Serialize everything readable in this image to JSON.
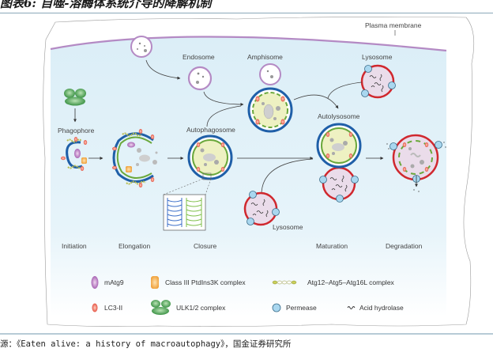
{
  "header": {
    "title": "图表6: 自噬-溶酶体系统介导的降解机制"
  },
  "diagram": {
    "membrane_label": "Plasma membrane",
    "organelles": {
      "endosome": "Endosome",
      "amphisome": "Amphisome",
      "lysosome_top": "Lysosome",
      "phagophore": "Phagophore",
      "autophagosome": "Autophagosome",
      "autolysosome": "Autolysosome",
      "lysosome_bottom": "Lysosome"
    },
    "stages": [
      "Initiation",
      "Elongation",
      "Closure",
      "Maturation",
      "Degradation"
    ],
    "legend": [
      {
        "icon": "mAtg9-icon",
        "label": "mAtg9",
        "color": "#a35bb0"
      },
      {
        "icon": "pi3k-complex-icon",
        "label": "Class III PtdIns3K complex",
        "color": "#f0a640"
      },
      {
        "icon": "atg-chain-icon",
        "label": "Atg12–Atg5–Atg16L complex",
        "color": "#c9cf5a"
      },
      {
        "icon": "lc3-icon",
        "label": "LC3-II",
        "color": "#e24a3b"
      },
      {
        "icon": "ulk-complex-icon",
        "label": "ULK1/2 complex",
        "color": "#3f9a45"
      },
      {
        "icon": "permease-icon",
        "label": "Permease",
        "color": "#a9d7ef"
      },
      {
        "icon": "acid-hydrolase-icon",
        "label": "Acid hydrolase",
        "color": "#333333"
      }
    ],
    "colors": {
      "cytoplasm": "#dff0f8",
      "plasma_membrane": "#b48ac4",
      "autophagosome_outer": "#1f5fa8",
      "autophagosome_inner": "#6aa83b",
      "lysosome_membrane": "#d0282e",
      "lumen_yellow": "#eef1c2",
      "lysosome_lumen": "#eadcea"
    }
  },
  "footer": {
    "source": "源：《Eaten alive: a history of macroautophagy》，国金证券研究所"
  }
}
